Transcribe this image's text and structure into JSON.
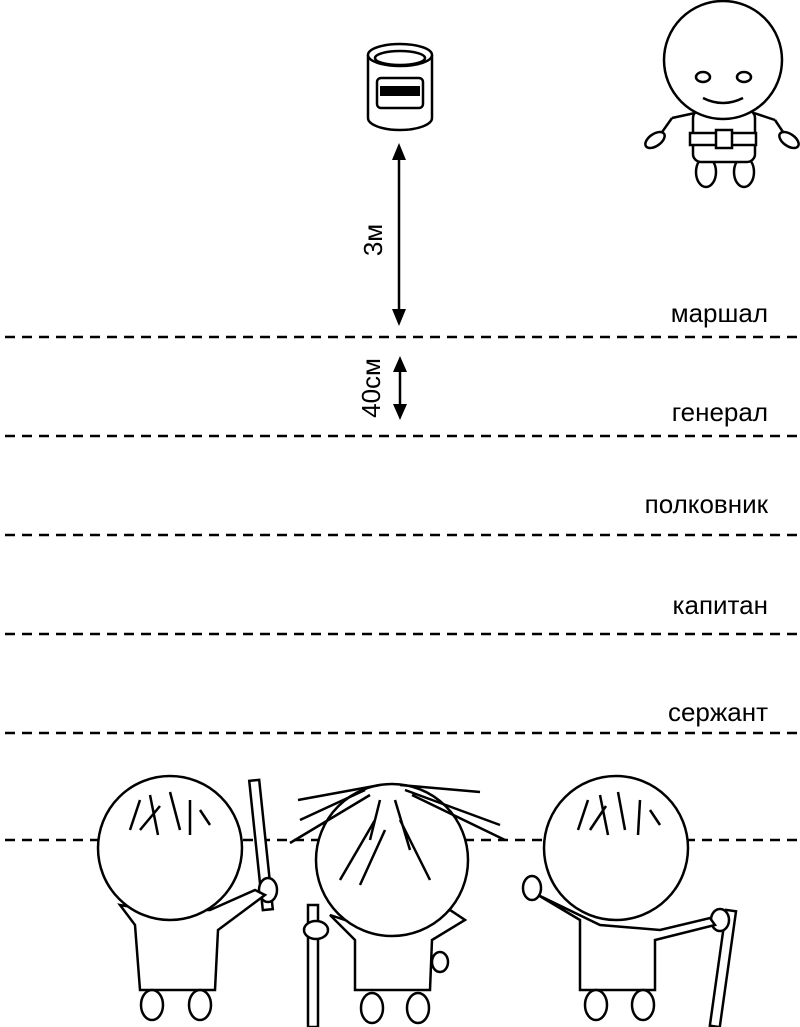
{
  "measurements": {
    "distance_to_target": "3м",
    "line_spacing": "40см"
  },
  "lines": [
    {
      "label": "маршал"
    },
    {
      "label": "генерал"
    },
    {
      "label": "полковник"
    },
    {
      "label": "капитан"
    },
    {
      "label": "сержант"
    }
  ],
  "colors": {
    "ink": "#000000",
    "background": "#ffffff"
  }
}
